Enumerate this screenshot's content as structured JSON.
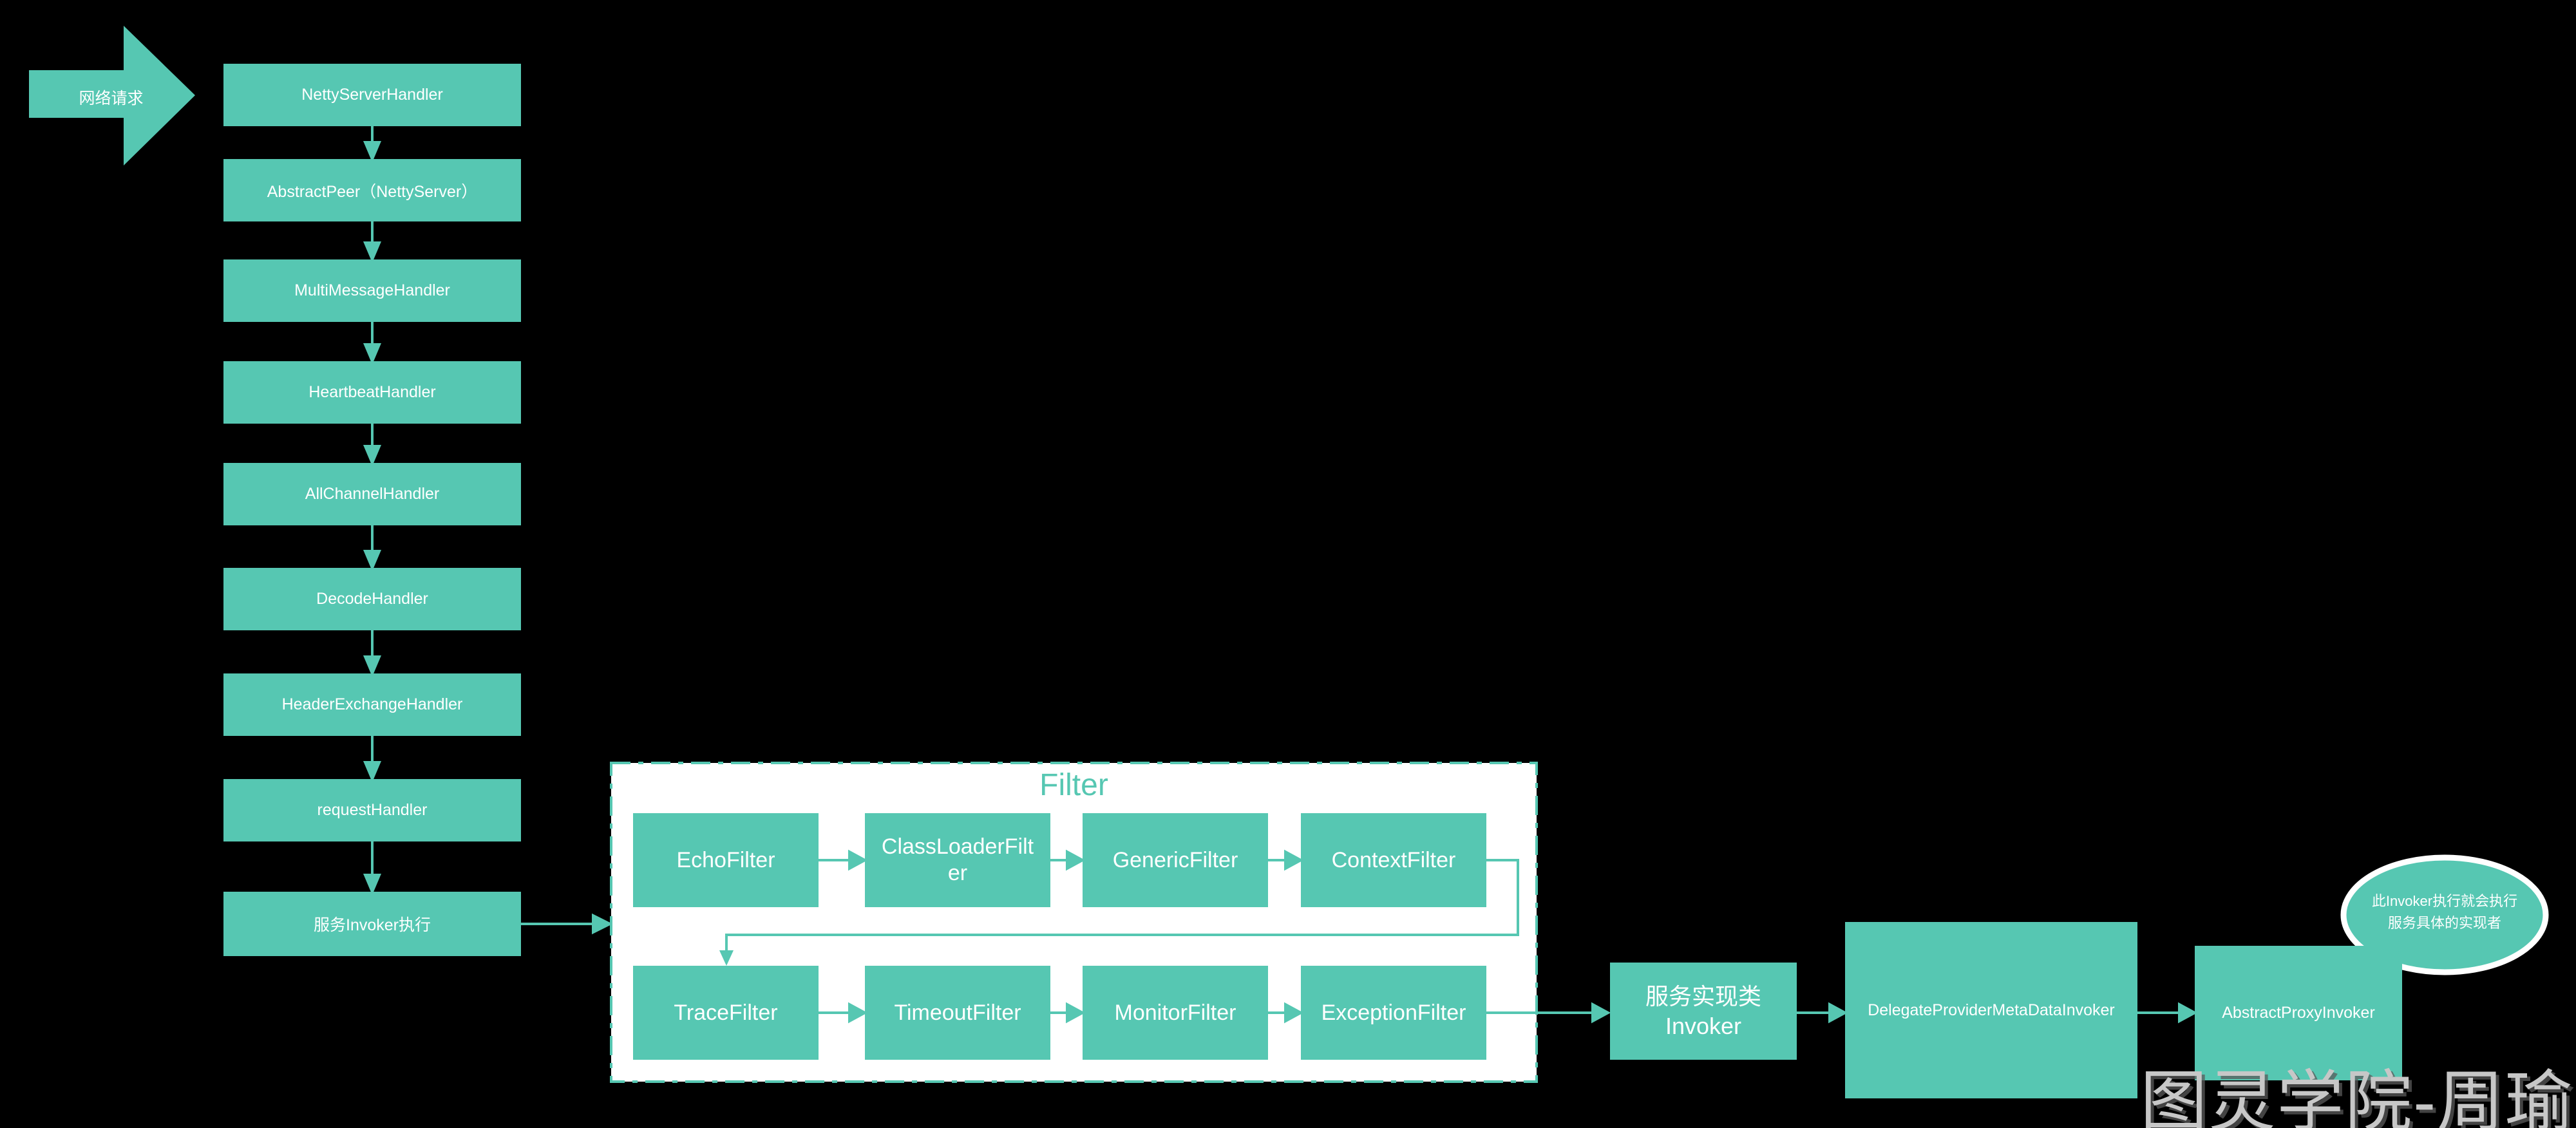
{
  "colors": {
    "teal": "#56c7b2",
    "background": "#000000",
    "filter_container_bg": "#ffffff",
    "box_text": "#ffffff",
    "watermark_gray": "#c7c7c7"
  },
  "entry": {
    "label": "网络请求"
  },
  "handler_chain": [
    {
      "label": "NettyServerHandler"
    },
    {
      "label": "AbstractPeer（NettyServer）"
    },
    {
      "label": "MultiMessageHandler"
    },
    {
      "label": "HeartbeatHandler"
    },
    {
      "label": "AllChannelHandler"
    },
    {
      "label": "DecodeHandler"
    },
    {
      "label": "HeaderExchangeHandler"
    },
    {
      "label": "requestHandler"
    },
    {
      "label": "服务Invoker执行"
    }
  ],
  "filter_group": {
    "title": "Filter",
    "row1": [
      {
        "label": "EchoFilter"
      },
      {
        "label": "ClassLoaderFilt\ner"
      },
      {
        "label": "GenericFilter"
      },
      {
        "label": "ContextFilter"
      }
    ],
    "row2": [
      {
        "label": "TraceFilter"
      },
      {
        "label": "TimeoutFilter"
      },
      {
        "label": "MonitorFilter"
      },
      {
        "label": "ExceptionFilter"
      }
    ]
  },
  "result_chain": [
    {
      "label": "服务实现类\nInvoker"
    },
    {
      "label": "DelegateProviderMetaDataInvoker"
    },
    {
      "label": "AbstractProxyInvoker"
    }
  ],
  "callout": {
    "text": "此Invoker执行就会执行\n服务具体的实现者"
  },
  "watermark": {
    "text": "图灵学院-周瑜"
  }
}
